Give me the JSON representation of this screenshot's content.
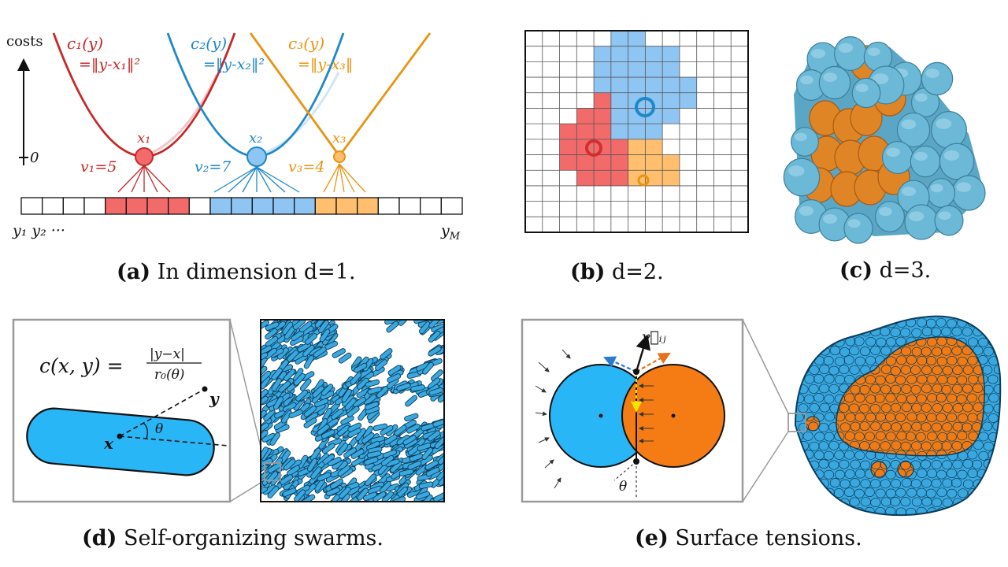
{
  "colors": {
    "red": "#c62828",
    "red_fill": "#f26a6a",
    "red_light": "#f8a8a8",
    "blue": "#1e88c9",
    "blue_fill": "#8fc5f2",
    "blue_light": "#b9ddf7",
    "orange": "#e8940f",
    "orange_fill": "#ffbf6e",
    "cyan": "#29b6f6",
    "cell_blue": "#3aa8df",
    "cell_orange": "#f07b14",
    "frame_gray": "#9a9a9a"
  },
  "panel_a": {
    "axis_label": "costs",
    "zero_label": "0",
    "costs": [
      {
        "line1": "c₁(y)",
        "line2": "=‖y-x₁‖²",
        "point": "x₁",
        "value": "v₁=5",
        "color": "red"
      },
      {
        "line1": "c₂(y)",
        "line2": "=‖y-x₂‖²",
        "point": "x₂",
        "value": "v₂=7",
        "color": "blue"
      },
      {
        "line1": "c₃(y)",
        "line2": "=‖y-x₃‖",
        "point": "x₃",
        "value": "v₃=4",
        "color": "orange"
      }
    ],
    "cells": {
      "total": 21,
      "groups": [
        {
          "color": "red",
          "first": 4,
          "count": 4
        },
        {
          "color": "blue",
          "first": 9,
          "count": 5
        },
        {
          "color": "orange",
          "first": 14,
          "count": 3
        }
      ]
    },
    "y_start": "y₁ y₂ ···",
    "y_end": "y",
    "y_end_sub": "M",
    "caption_letter": "(a)",
    "caption_text": " In dimension d=1."
  },
  "panel_b": {
    "grid_size": 13,
    "caption_letter": "(b)",
    "caption_text": " d=2."
  },
  "panel_c": {
    "caption_letter": "(c)",
    "caption_text": " d=3."
  },
  "panel_d": {
    "formula_lhs": "c(x, y) =",
    "formula_num": "|y−x|",
    "formula_den": "r₀(θ)",
    "point_x": "x",
    "point_y": "y",
    "angle": "θ",
    "caption_letter": "(d)",
    "caption_text": " Self-organizing swarms."
  },
  "panel_e": {
    "vector_label": "γ⃗ᵢⱼ",
    "angle": "θ",
    "caption_letter": "(e)",
    "caption_text": " Surface tensions."
  }
}
